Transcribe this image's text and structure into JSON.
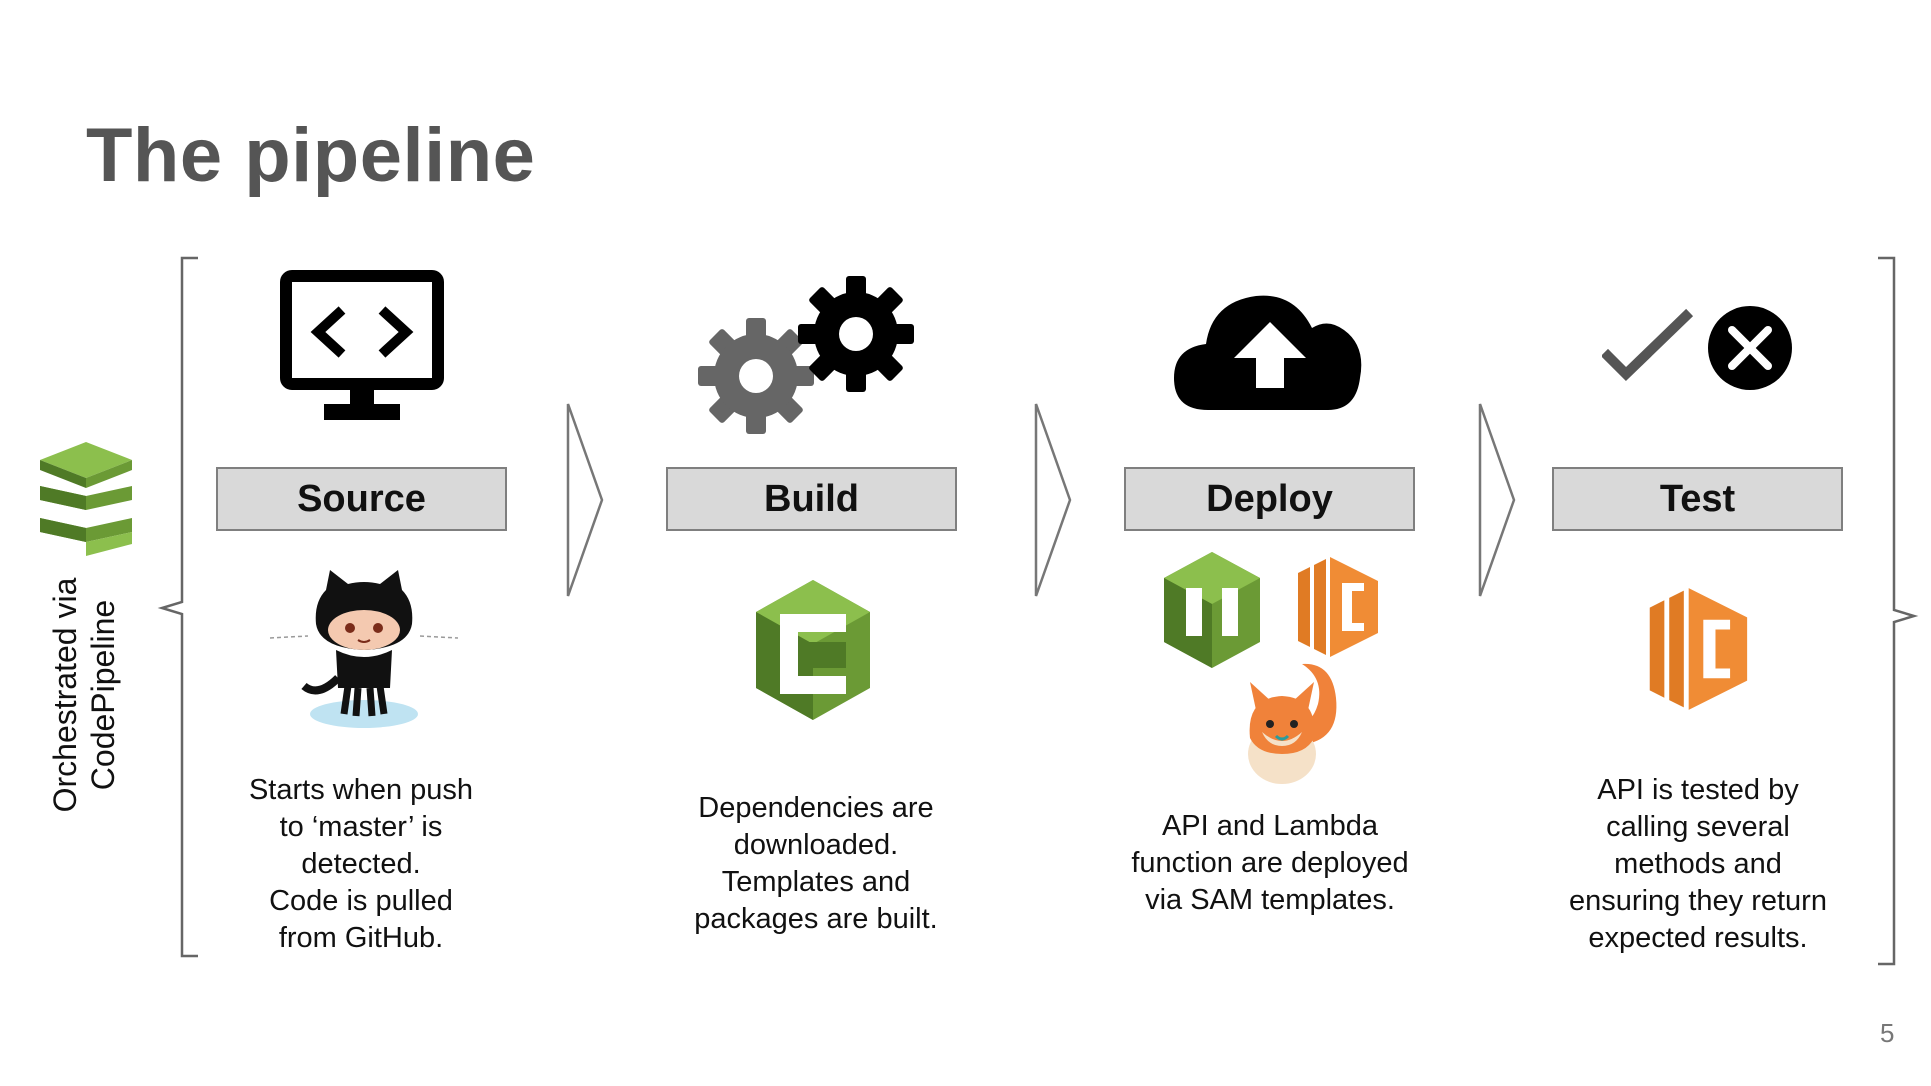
{
  "slide": {
    "title": "The pipeline",
    "page_number": "5",
    "orchestrator": {
      "lines": [
        "Orchestrated via",
        "CodePipeline"
      ],
      "icon": "codepipeline-icon"
    }
  },
  "stages": [
    {
      "label": "Source",
      "icon": "code-monitor-icon",
      "service_icons": [
        "github-octocat-icon"
      ],
      "description": [
        "Starts when push",
        "to ‘master’ is",
        "detected.",
        "Code is pulled",
        "from GitHub."
      ]
    },
    {
      "label": "Build",
      "icon": "gears-icon",
      "service_icons": [
        "codebuild-icon"
      ],
      "description": [
        "Dependencies are",
        "downloaded.",
        "Templates and",
        "packages are built."
      ]
    },
    {
      "label": "Deploy",
      "icon": "cloud-upload-icon",
      "service_icons": [
        "cloudformation-icon",
        "lambda-icon",
        "sam-squirrel-icon"
      ],
      "description": [
        "API and Lambda",
        "function are deployed",
        "via SAM templates."
      ]
    },
    {
      "label": "Test",
      "icon": "check-and-cross-icon",
      "service_icons": [
        "lambda-icon"
      ],
      "description": [
        "API is tested by",
        "calling several",
        "methods and",
        "ensuring they return",
        "expected results."
      ]
    }
  ],
  "colors": {
    "title": "#555555",
    "stage_box_fill": "#d9d9d9",
    "stage_box_border": "#7f7f7f",
    "aws_green": "#6b9a35",
    "aws_orange": "#e07b24",
    "bracket": "#666666"
  }
}
